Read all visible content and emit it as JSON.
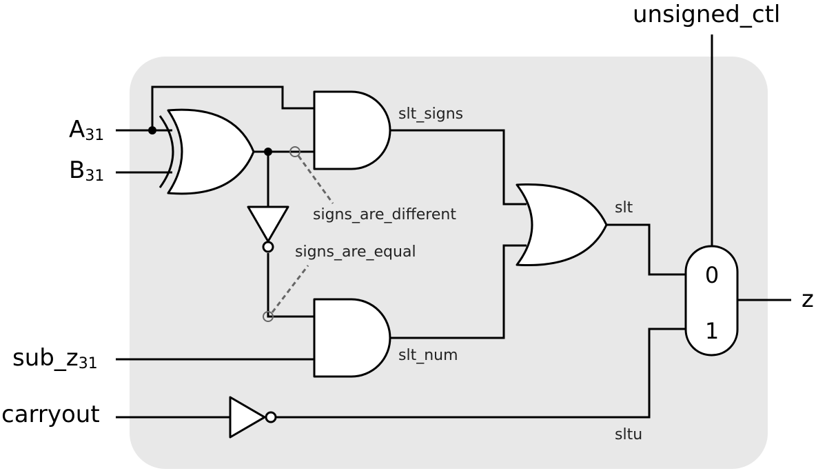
{
  "inputs": {
    "a31": {
      "main": "A",
      "sub": "31"
    },
    "b31": {
      "main": "B",
      "sub": "31"
    },
    "sub_z31": {
      "main": "sub_z",
      "sub": "31"
    },
    "carryout": "carryout"
  },
  "control": {
    "unsigned_ctl": "unsigned_ctl"
  },
  "output": {
    "z": "z"
  },
  "signals": {
    "slt_signs": "slt_signs",
    "signs_are_different": "signs_are_different",
    "signs_are_equal": "signs_are_equal",
    "slt_num": "slt_num",
    "slt": "slt",
    "sltu": "sltu"
  },
  "mux": {
    "input0": "0",
    "input1": "1"
  },
  "colors": {
    "background_panel": "#e8e8e8",
    "wire": "#000000",
    "probe": "#666666"
  }
}
